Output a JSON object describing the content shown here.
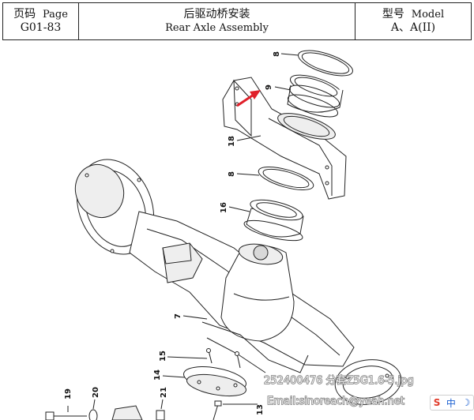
{
  "header": {
    "page_cn": "页码",
    "page_en": "Page",
    "page_no": "G01-83",
    "title_cn": "后驱动桥安装",
    "title_en": "Rear Axle Assembly",
    "model_cn": "型号",
    "model_en": "Model",
    "model_value": "A、A(II)"
  },
  "callouts": [
    "8",
    "9",
    "18",
    "8",
    "16",
    "7",
    "15",
    "14",
    "19",
    "20",
    "21",
    "13"
  ],
  "watermark": {
    "line1": "252400476 分套Z5G1.6-5.jpg",
    "line2": "Email:sinoreach@yeah.net"
  },
  "ime": {
    "s": "S",
    "zh": "中",
    "moon": "☽"
  },
  "colors": {
    "arrow": "#e0202a",
    "line": "#222222"
  }
}
